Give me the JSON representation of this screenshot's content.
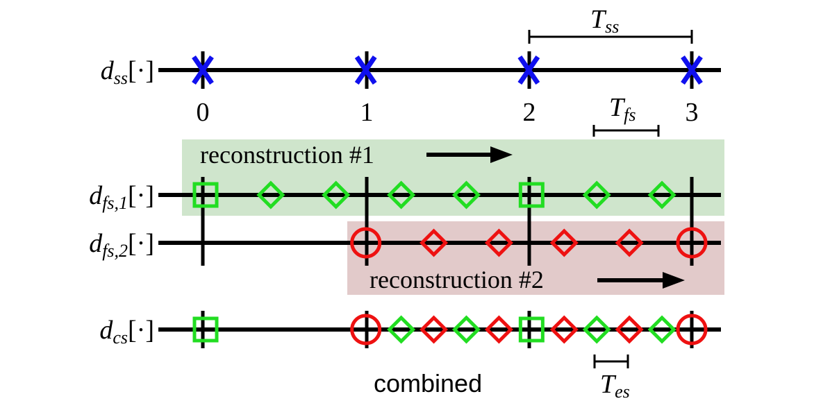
{
  "rows": {
    "ss": {
      "label_main": "d",
      "label_sub": "ss",
      "label_tail": "[·]"
    },
    "fs1": {
      "label_main": "d",
      "label_sub": "fs,1",
      "label_tail": "[·]"
    },
    "fs2": {
      "label_main": "d",
      "label_sub": "fs,2",
      "label_tail": "[·]"
    },
    "cs": {
      "label_main": "d",
      "label_sub": "cs",
      "label_tail": "[·]"
    }
  },
  "ss_ticks": [
    "0",
    "1",
    "2",
    "3"
  ],
  "periods": {
    "ss": {
      "main": "T",
      "sub": "ss"
    },
    "fs": {
      "main": "T",
      "sub": "fs"
    },
    "es": {
      "main": "T",
      "sub": "es"
    }
  },
  "regions": {
    "recon1": {
      "label": "reconstruction #1",
      "color": "#cfe5cc"
    },
    "recon2": {
      "label": "reconstruction #2",
      "color": "#e2caca"
    }
  },
  "combined_label": "combined",
  "colors": {
    "ss_marker": "#1010ee",
    "green_marker": "#22dd22",
    "red_marker": "#ee1111"
  },
  "markers": {
    "ss_samples": [
      0,
      1,
      2,
      3
    ],
    "fs1": {
      "squares": [
        0,
        2
      ],
      "diamonds": [
        0.4,
        0.8,
        1.2,
        1.6,
        2.4,
        2.8
      ]
    },
    "fs2": {
      "circles": [
        1,
        3
      ],
      "diamonds": [
        1.4,
        1.8,
        2.2,
        2.6
      ]
    },
    "cs": {
      "squares": [
        0,
        2
      ],
      "circles": [
        1,
        3
      ],
      "green_diamonds": [
        1.2,
        1.6,
        2.4,
        2.8
      ],
      "red_diamonds": [
        1.4,
        1.8,
        2.2,
        2.6
      ]
    }
  }
}
